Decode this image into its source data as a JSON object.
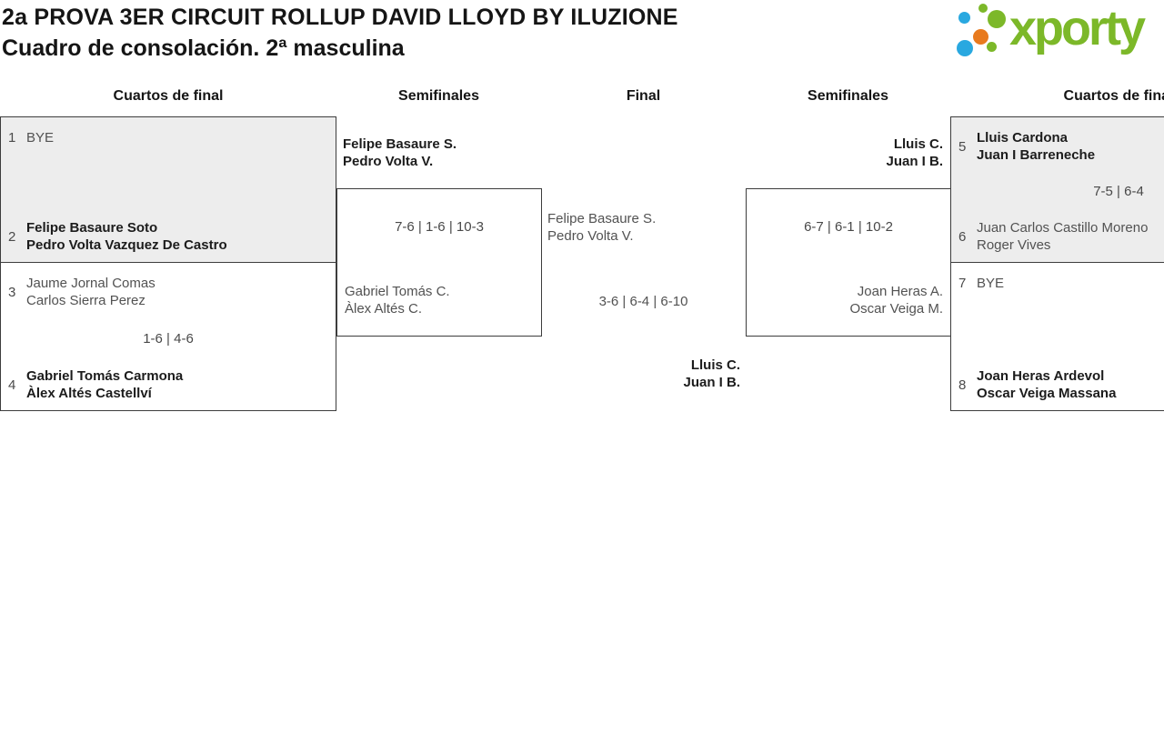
{
  "header": {
    "title": "2a PROVA 3ER CIRCUIT ROLLUP DAVID LLOYD BY ILUZIONE",
    "subtitle": "Cuadro de consolación. 2ª masculina"
  },
  "logo": {
    "text": "xporty",
    "green": "#7cb829",
    "blue": "#29a8e0",
    "orange": "#e87a1e"
  },
  "theme": {
    "box_border": "#3d3d3d",
    "shaded_box_bg": "#ededed"
  },
  "columns": [
    {
      "label": "Cuartos de final"
    },
    {
      "label": "Semifinales"
    },
    {
      "label": "Final"
    },
    {
      "label": "Semifinales"
    },
    {
      "label": "Cuartos de final"
    }
  ],
  "bracket": {
    "left_quarterfinals": {
      "match_1_2": {
        "score": "",
        "rows": [
          {
            "seed": "1",
            "winner": false,
            "lines": [
              "BYE"
            ]
          },
          {
            "seed": "2",
            "winner": true,
            "lines": [
              "Felipe Basaure Soto",
              "Pedro Volta Vazquez De Castro"
            ]
          }
        ]
      },
      "match_3_4": {
        "score": "1-6 | 4-6",
        "rows": [
          {
            "seed": "3",
            "winner": false,
            "lines": [
              "Jaume Jornal Comas",
              "Carlos Sierra Perez"
            ]
          },
          {
            "seed": "4",
            "winner": true,
            "lines": [
              "Gabriel Tomás Carmona",
              "Àlex Altés Castellví"
            ]
          }
        ]
      }
    },
    "left_semifinal": {
      "top_team": {
        "winner": true,
        "lines": [
          "Felipe Basaure S.",
          "Pedro Volta V."
        ]
      },
      "score": "7-6 | 1-6 | 10-3",
      "bottom_team": {
        "winner": false,
        "lines": [
          "Gabriel Tomás C.",
          "Àlex Altés C."
        ]
      }
    },
    "final": {
      "top_team": {
        "winner": false,
        "lines": [
          "Felipe Basaure S.",
          "Pedro Volta V."
        ]
      },
      "score": "3-6 | 6-4 | 6-10",
      "bottom_team": {
        "winner": true,
        "lines": [
          "Lluis C.",
          "Juan I B."
        ]
      }
    },
    "right_semifinal": {
      "top_team": {
        "winner": true,
        "lines": [
          "Lluis C.",
          "Juan I B."
        ]
      },
      "score": "6-7 | 6-1 | 10-2",
      "bottom_team": {
        "winner": false,
        "lines": [
          "Joan Heras A.",
          "Oscar Veiga M."
        ]
      }
    },
    "right_quarterfinals": {
      "match_5_6": {
        "score": "7-5 | 6-4",
        "rows": [
          {
            "seed": "5",
            "winner": true,
            "lines": [
              "Lluis Cardona",
              "Juan I Barreneche"
            ]
          },
          {
            "seed": "6",
            "winner": false,
            "lines": [
              "Juan Carlos Castillo Moreno",
              "Roger Vives"
            ]
          }
        ]
      },
      "match_7_8": {
        "score": "",
        "rows": [
          {
            "seed": "7",
            "winner": false,
            "lines": [
              "BYE"
            ]
          },
          {
            "seed": "8",
            "winner": true,
            "lines": [
              "Joan Heras Ardevol",
              "Oscar Veiga Massana"
            ]
          }
        ]
      }
    }
  }
}
